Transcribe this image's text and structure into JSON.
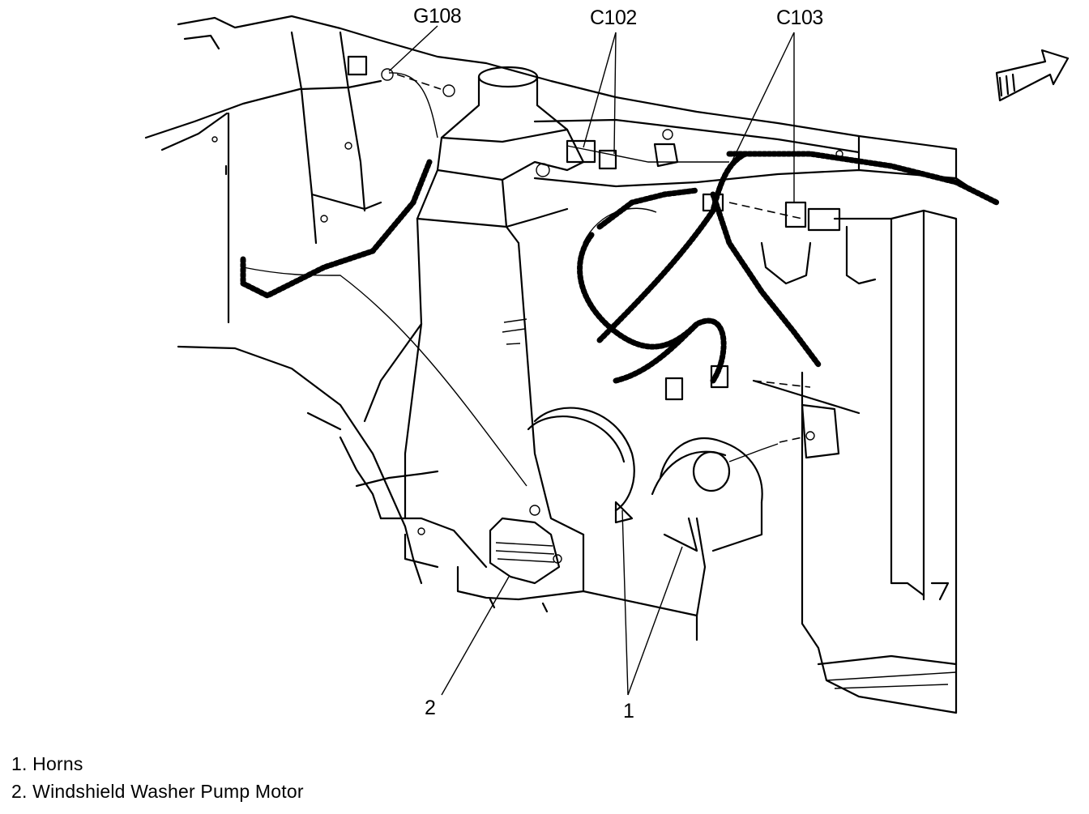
{
  "callouts": {
    "g108": "G108",
    "c102": "C102",
    "c103": "C103",
    "item1": "1",
    "item2": "2"
  },
  "legend": [
    "1. Horns",
    "2. Windshield Washer Pump Motor"
  ],
  "icons": {
    "direction_arrow": "forward-arrow-icon"
  }
}
